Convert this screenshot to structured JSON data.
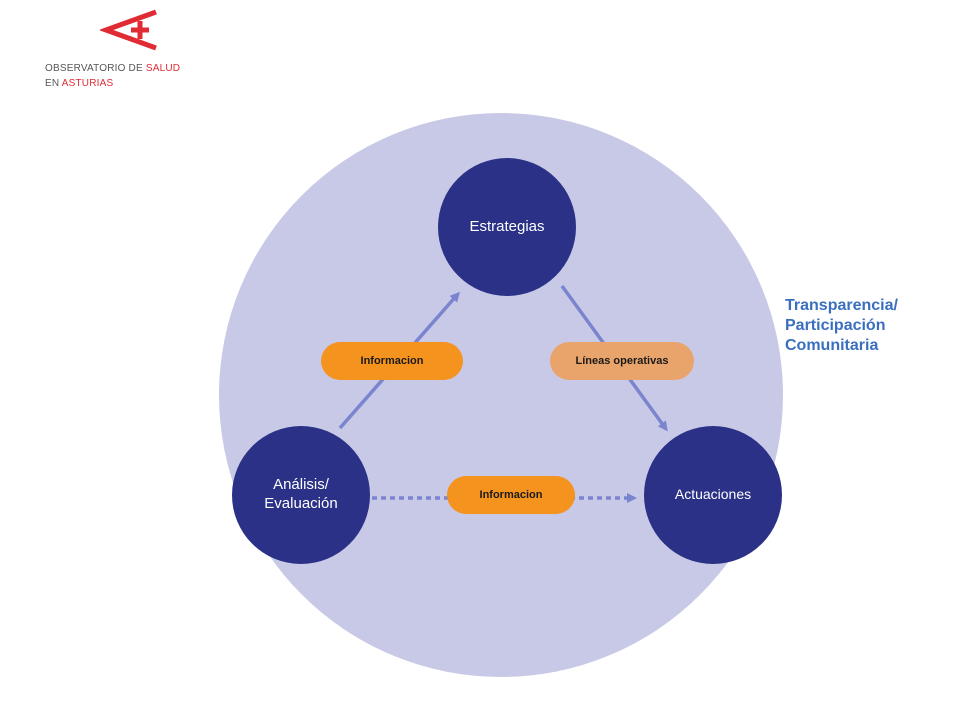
{
  "logo": {
    "line1_prefix": "OBSERVATORIO DE ",
    "line1_accent": "SALUD",
    "line2_prefix": "EN ",
    "line2_accent": "ASTURIAS"
  },
  "nodes": {
    "strategies": "Estrategias",
    "analysis": "Análisis/\nEvaluación",
    "actions": "Actuaciones"
  },
  "edges": {
    "left_label": "Informacion",
    "right_label": "Líneas operativas",
    "bottom_label": "Informacion"
  },
  "side_label": "Transparencia/\nParticipación\nComunitaria",
  "colors": {
    "outer_circle": "#c8c9e6",
    "node": "#2a3186",
    "arrow": "#7b84cf",
    "pill_orange": "#f5931f",
    "pill_peach": "#e8a46a",
    "side_label": "#3a6fc0",
    "logo_red": "#e02a34"
  }
}
